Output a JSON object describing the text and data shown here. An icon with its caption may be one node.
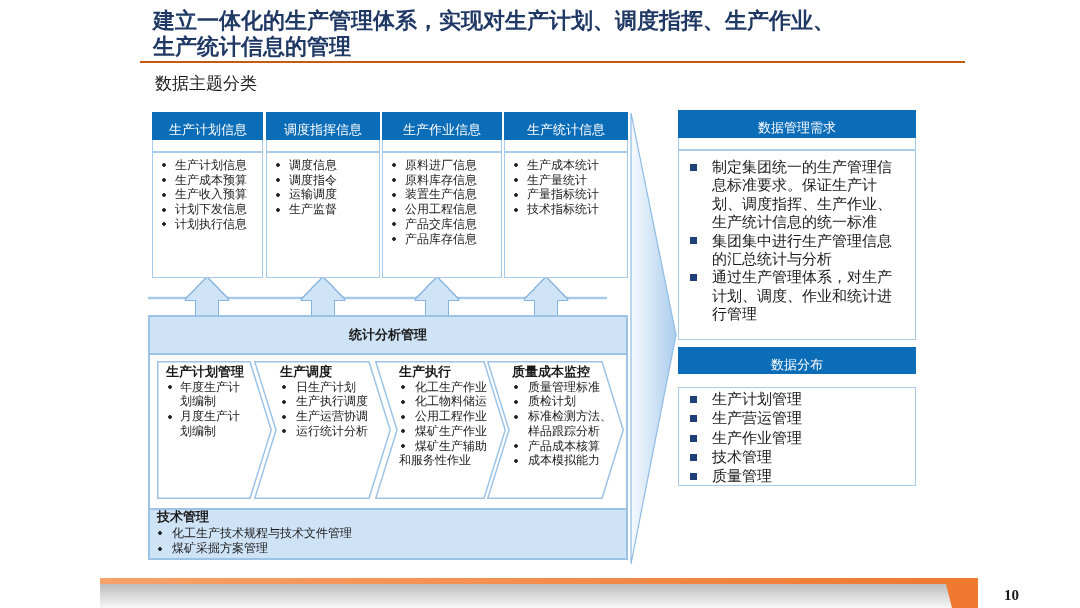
{
  "diagram": {
    "title": "建立一体化的生产管理体系，实现对生产计划、调度指挥、生产作业、生产统计信息的管理",
    "nodes": [
      {
        "text": [
          "生产计划信息",
          "生产计划信息",
          "生产成本预算",
          "生产收入预算",
          "计划下发信息",
          "计划执行信息"
        ]
      },
      {
        "text": [
          "调度指挥信息",
          "调度信息",
          "调度指令",
          "运输调度",
          "生产监督"
        ]
      },
      {
        "text": [
          "生产作业信息",
          "原料进厂信息",
          "原料库存信息",
          "装置生产信息",
          "公用工程信息",
          "产品交库信息",
          "产品库存信息"
        ]
      },
      {
        "text": [
          "生产统计信息",
          "生产成本统计",
          "生产量统计",
          "产量指标统计",
          "技术指标统计"
        ]
      },
      {
        "text": [
          "统计分析管理"
        ]
      },
      {
        "text": [
          "生产计划管理",
          "年度生产计划编制",
          "月度生产计划编制"
        ],
        "in": 4
      },
      {
        "text": [
          "生产调度",
          "日生产计划",
          "生产执行调度",
          "生产运营协调",
          "运行统计分析"
        ],
        "in": 4
      },
      {
        "text": [
          "生产执行",
          "化工生产作业",
          "化工物料储运",
          "公用工程作业",
          "煤矿生产作业",
          "煤矿生产辅助和服务性作业"
        ],
        "in": 4
      },
      {
        "text": [
          "质量成本监控",
          "质量管理标准",
          "质检计划",
          "标准检测方法、样品跟踪分析",
          "产品成本核算",
          "成本模拟能力"
        ],
        "in": 4
      },
      {
        "text": [
          "技术管理",
          "化工生产技术规程与技术文件管理",
          "煤矿采掘方案管理"
        ],
        "in": 4
      },
      {
        "text": [
          "数据管理需求",
          "制定集团统一的生产管理信息标准要求。保证生产计划、调度指挥、生产作业、生产统计信息的统一标准",
          "集团集中进行生产管理信息的汇总统计与分析",
          "通过生产管理体系，对生产计划、调度、作业和统计进行管理"
        ]
      },
      {
        "text": [
          "数据分布",
          "生产计划管理",
          "生产营运管理",
          "生产作业管理",
          "技术管理",
          "质量管理"
        ]
      }
    ],
    "edges": [
      {
        "from": 4,
        "to": 0,
        "arrow": "to"
      },
      {
        "from": 4,
        "to": 1,
        "arrow": "to"
      },
      {
        "from": 4,
        "to": 2,
        "arrow": "to"
      },
      {
        "from": 4,
        "to": 3,
        "arrow": "to"
      }
    ],
    "labels": [
      "数据主题分类",
      "10"
    ]
  }
}
